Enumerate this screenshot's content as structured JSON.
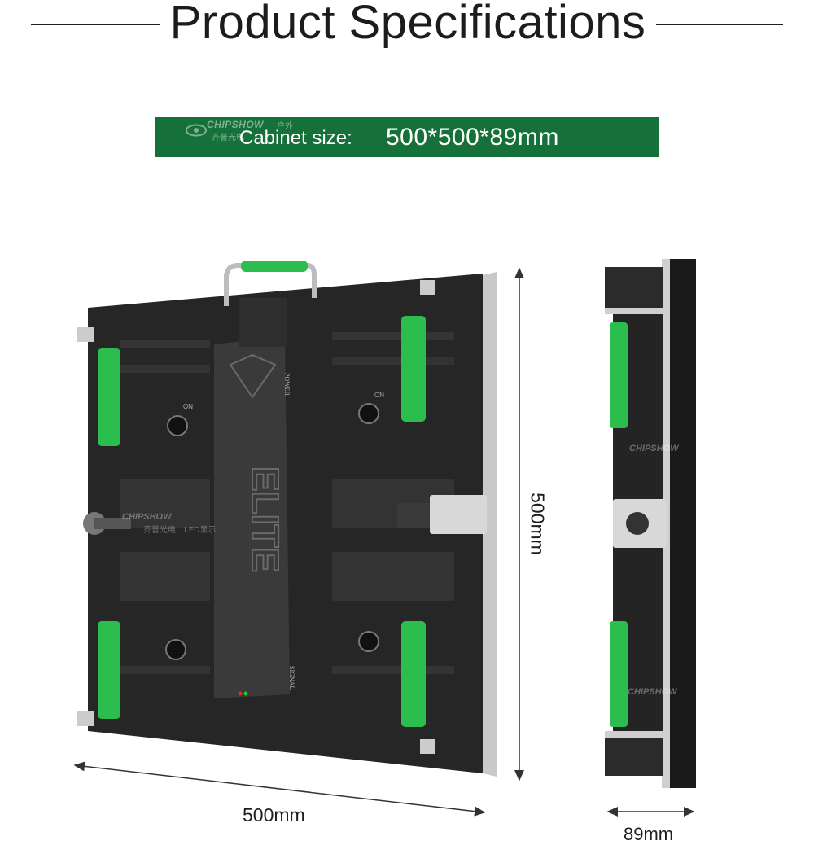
{
  "header": {
    "title": "Product Specifications"
  },
  "banner": {
    "logo_brand": "CHIPSHOW",
    "logo_sub": "齐普光电",
    "logo_sub_b": "户外",
    "label": "Cabinet size:",
    "value": "500*500*89mm"
  },
  "panel": {
    "logo_text": "ELITE",
    "label_power": "POWER",
    "label_signal": "SIGNAL",
    "label_on": "ON",
    "watermark_brand": "CHIPSHOW",
    "watermark_sub": "齐普光电",
    "watermark_sub_b": "LED显示"
  },
  "dimensions": {
    "width": "500mm",
    "height": "500mm",
    "depth": "89mm"
  },
  "colors": {
    "banner_green": "#157139",
    "handle_green": "#2bbd4e",
    "panel_dark": "#1e1e1e",
    "text_dark": "#1c1c1c"
  }
}
